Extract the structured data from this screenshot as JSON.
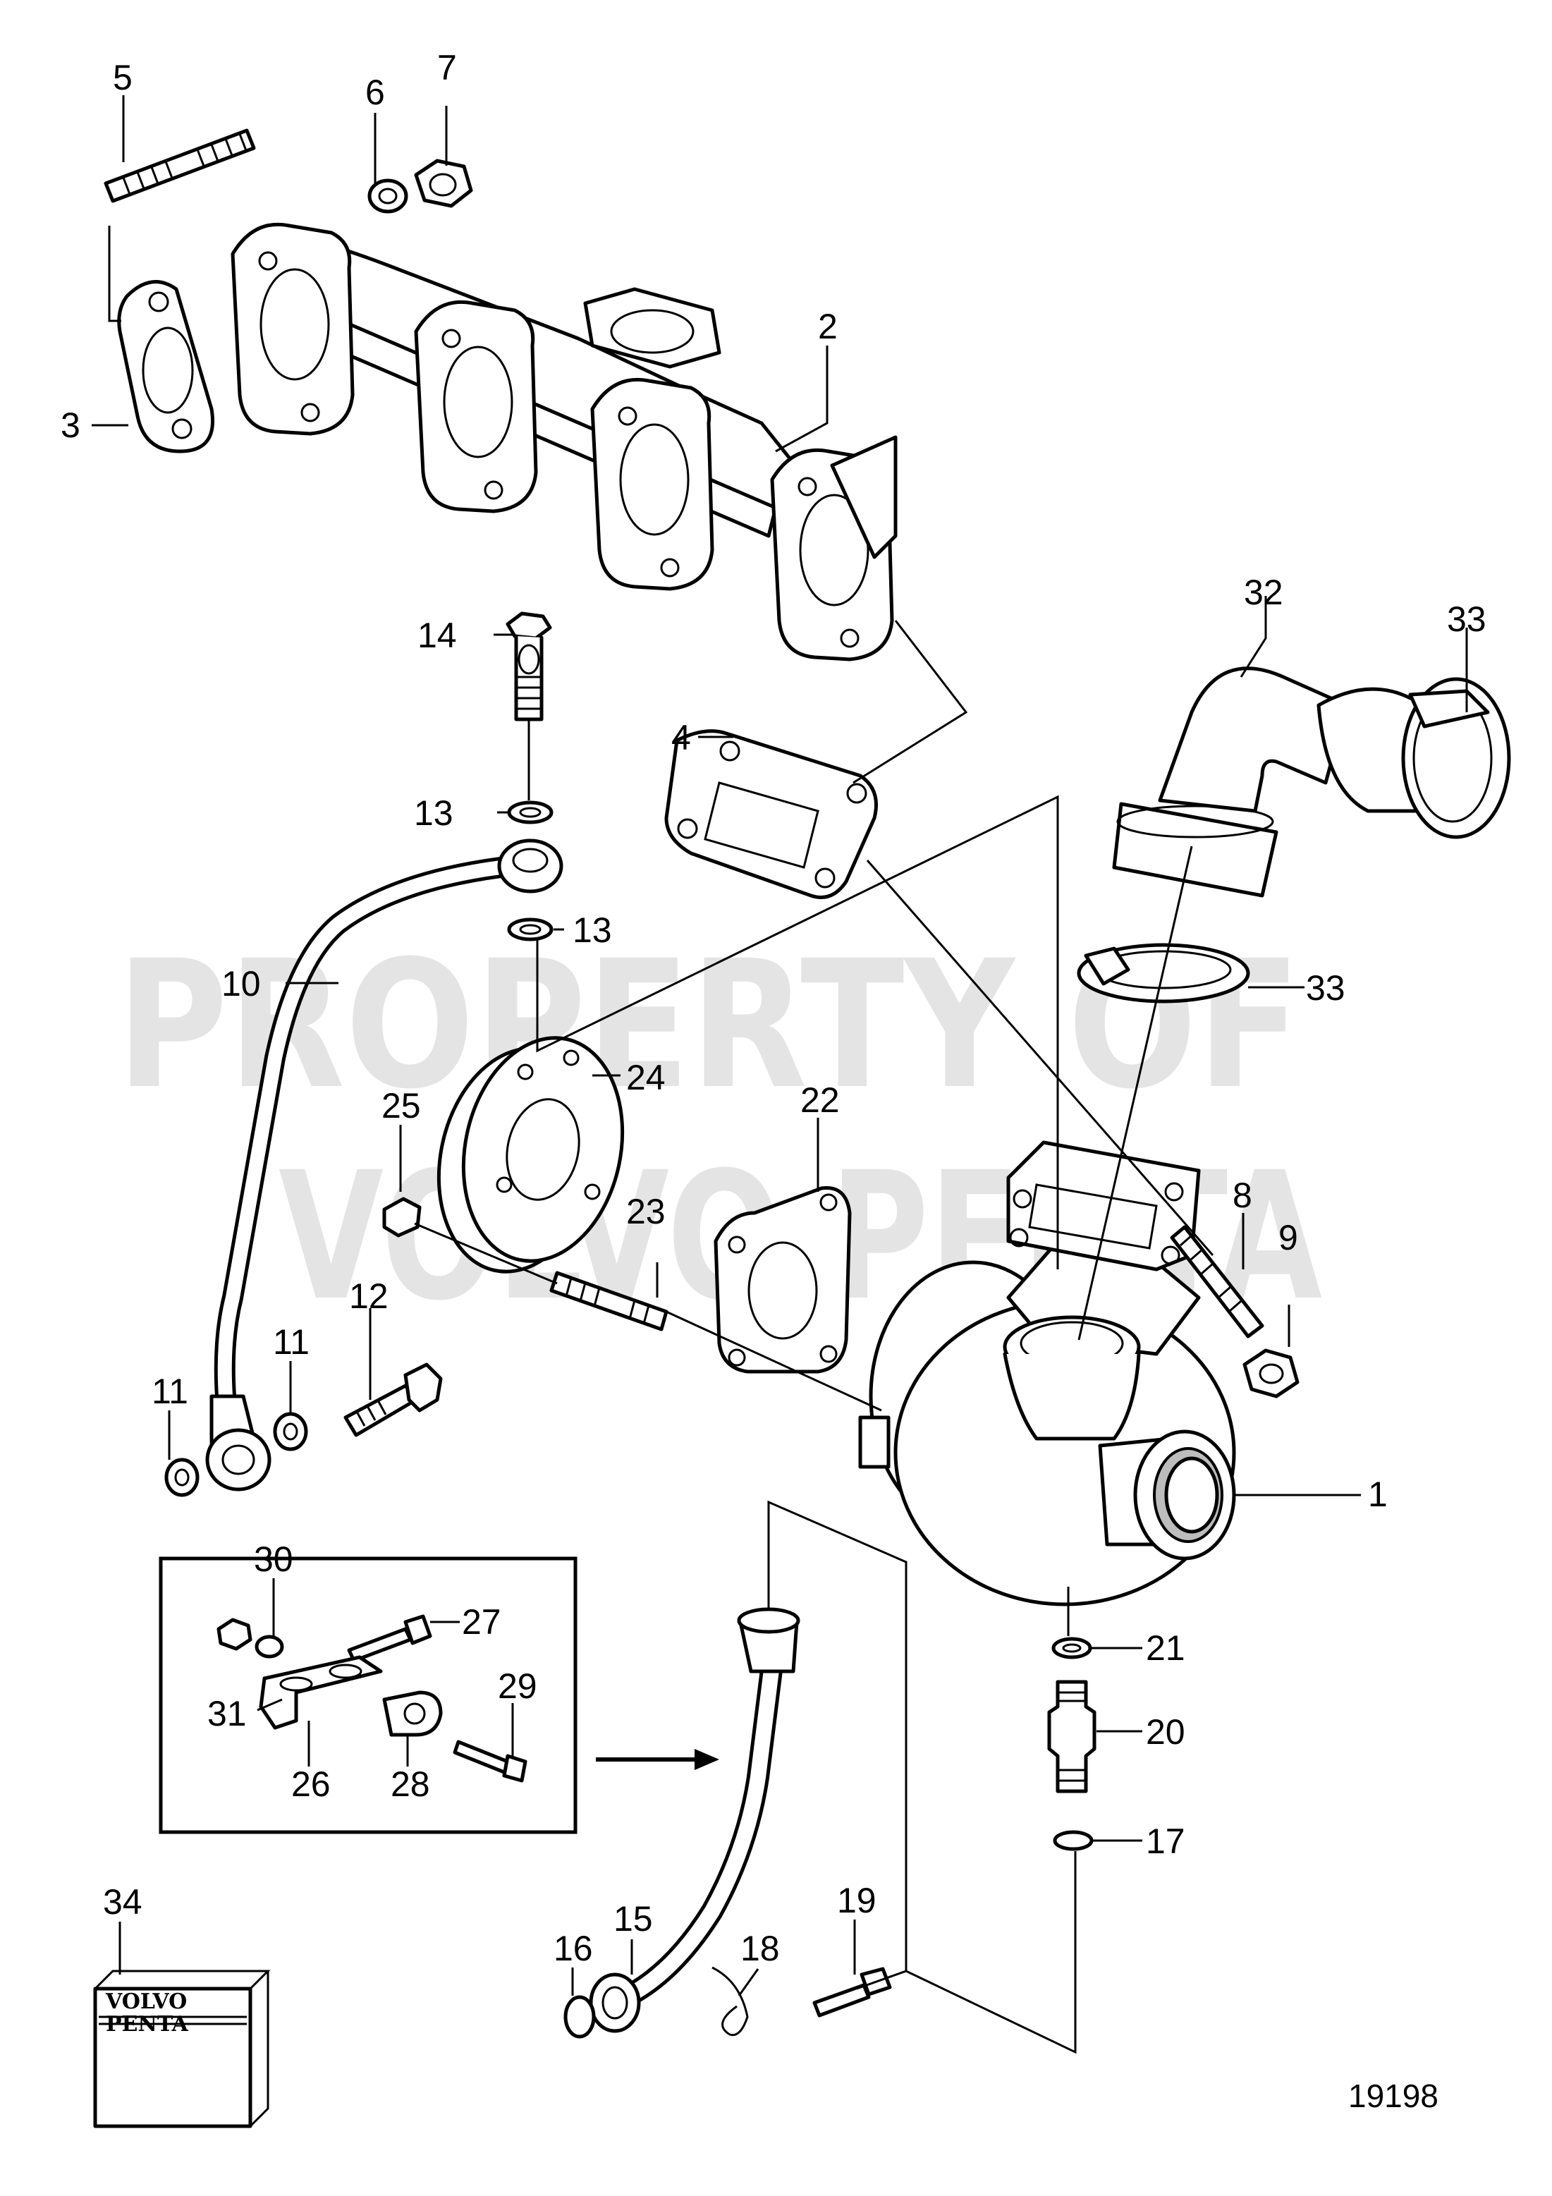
{
  "watermark": {
    "line1": "PROPERTY OF",
    "line2": "VOLVO PENTA"
  },
  "figure_number": "19198",
  "manual_brand": {
    "line1": "VOLVO",
    "line2": "PENTA"
  },
  "callouts": {
    "c1": "1",
    "c2": "2",
    "c3": "3",
    "c4": "4",
    "c5": "5",
    "c6": "6",
    "c7": "7",
    "c8": "8",
    "c9": "9",
    "c10": "10",
    "c11a": "11",
    "c11b": "11",
    "c12": "12",
    "c13a": "13",
    "c13b": "13",
    "c14": "14",
    "c15": "15",
    "c16": "16",
    "c17": "17",
    "c18": "18",
    "c19": "19",
    "c20": "20",
    "c21": "21",
    "c22": "22",
    "c23": "23",
    "c24": "24",
    "c25": "25",
    "c26": "26",
    "c27": "27",
    "c28": "28",
    "c29": "29",
    "c30": "30",
    "c31": "31",
    "c32": "32",
    "c33a": "33",
    "c33b": "33",
    "c34": "34"
  }
}
